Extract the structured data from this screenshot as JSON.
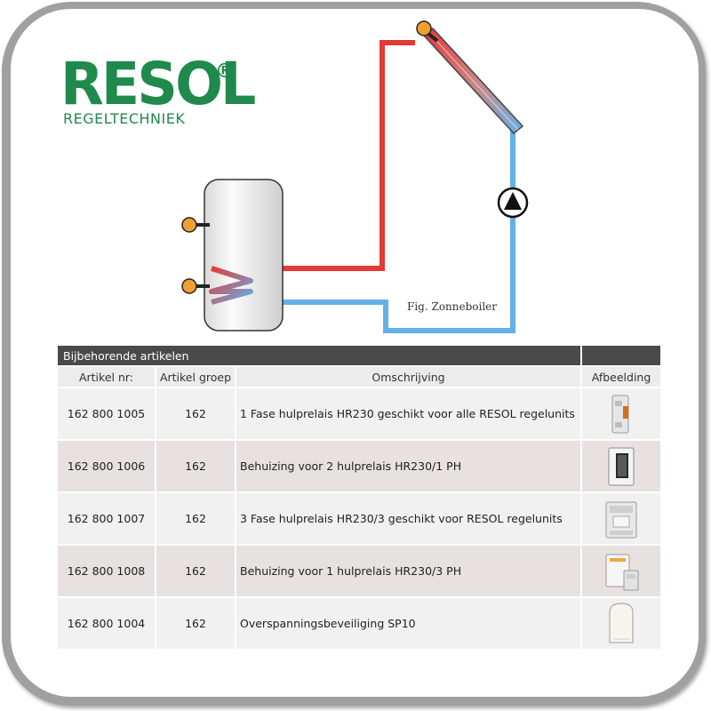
{
  "logo": {
    "name": "RESOL",
    "registered": "®",
    "subtitle": "REGELTECHNIEK",
    "brand_color": "#1f8a4c"
  },
  "diagram": {
    "caption": "Fig. Zonneboiler",
    "hot_color": "#e53935",
    "cold_color": "#64b0e8",
    "sensor_color": "#f0a030"
  },
  "table": {
    "title": "Bijbehorende artikelen",
    "headers": {
      "article_nr": "Artikel nr:",
      "article_group": "Artikel groep",
      "description": "Omschrijving",
      "image": "Afbeelding"
    },
    "rows": [
      {
        "article_nr": "162 800 1005",
        "group": "162",
        "description": "1 Fase hulprelais HR230 geschikt voor alle RESOL regelunits",
        "image_icon": "relay-module-icon"
      },
      {
        "article_nr": "162 800 1006",
        "group": "162",
        "description": "Behuizing voor 2 hulprelais HR230/1 PH",
        "image_icon": "enclosure-icon"
      },
      {
        "article_nr": "162 800 1007",
        "group": "162",
        "description": "3 Fase hulprelais HR230/3 geschikt voor RESOL regelunits",
        "image_icon": "three-phase-relay-icon"
      },
      {
        "article_nr": "162 800 1008",
        "group": "162",
        "description": "Behuizing voor 1 hulprelais HR230/3 PH",
        "image_icon": "small-enclosure-icon"
      },
      {
        "article_nr": "162 800 1004",
        "group": "162",
        "description": "Overspanningsbeveiliging SP10",
        "image_icon": "surge-protector-icon"
      }
    ]
  }
}
